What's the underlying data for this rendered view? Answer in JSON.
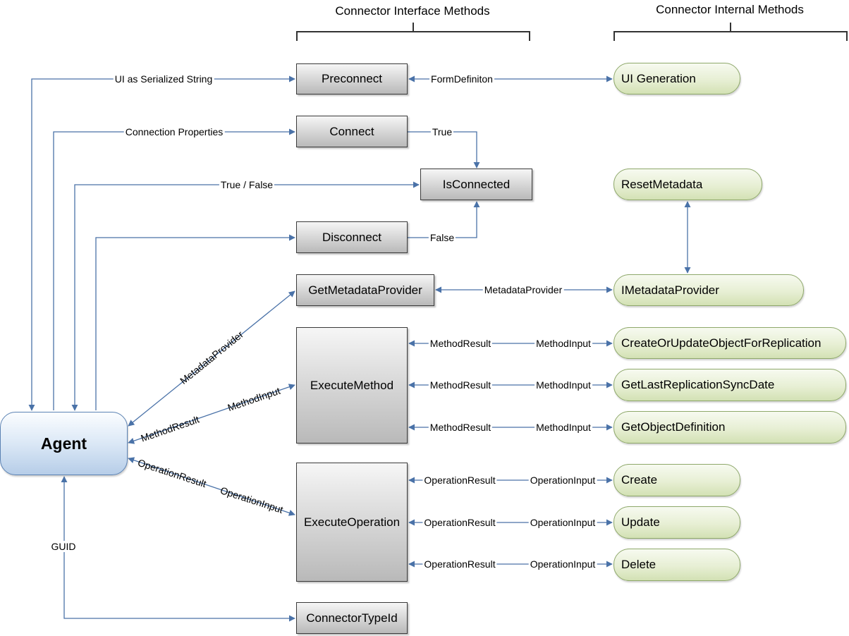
{
  "headers": {
    "interface": "Connector Interface Methods",
    "internal": "Connector Internal Methods"
  },
  "agent": {
    "label": "Agent"
  },
  "interface_methods": {
    "preconnect": "Preconnect",
    "connect": "Connect",
    "isconnected": "IsConnected",
    "disconnect": "Disconnect",
    "getmetadataprovider": "GetMetadataProvider",
    "executemethod": "ExecuteMethod",
    "executeoperation": "ExecuteOperation",
    "connectortypeid": "ConnectorTypeId"
  },
  "internal_methods": {
    "uigeneration": "UI Generation",
    "resetmetadata": "ResetMetadata",
    "imetadataprovider": "IMetadataProvider",
    "createorupdate": "CreateOrUpdateObjectForReplication",
    "getlastsync": "GetLastReplicationSyncDate",
    "getobjectdef": "GetObjectDefinition",
    "create": "Create",
    "update": "Update",
    "delete": "Delete"
  },
  "connector_labels": {
    "ui_serialized": "UI as Serialized String",
    "form_definition": "FormDefiniton",
    "connection_properties": "Connection Properties",
    "true": "True",
    "true_false": "True / False",
    "false": "False",
    "metadata_provider": "MetadataProvider",
    "metadata_provider_diag": "MetadataProvider",
    "method_result_diag": "MethodResult",
    "method_input_diag": "MethodInput",
    "method_result_1": "MethodResult",
    "method_input_1": "MethodInput",
    "method_result_2": "MethodResult",
    "method_input_2": "MethodInput",
    "method_result_3": "MethodResult",
    "method_input_3": "MethodInput",
    "operation_result_diag": "OperationResult",
    "operation_input_diag": "OperationInput",
    "operation_result_1": "OperationResult",
    "operation_input_1": "OperationInput",
    "operation_result_2": "OperationResult",
    "operation_input_2": "OperationInput",
    "operation_result_3": "OperationResult",
    "operation_input_3": "OperationInput",
    "guid": "GUID"
  },
  "colors": {
    "connector": "#4a72a8",
    "agent_border": "#5b82b3",
    "pill_border": "#8ea86a"
  }
}
